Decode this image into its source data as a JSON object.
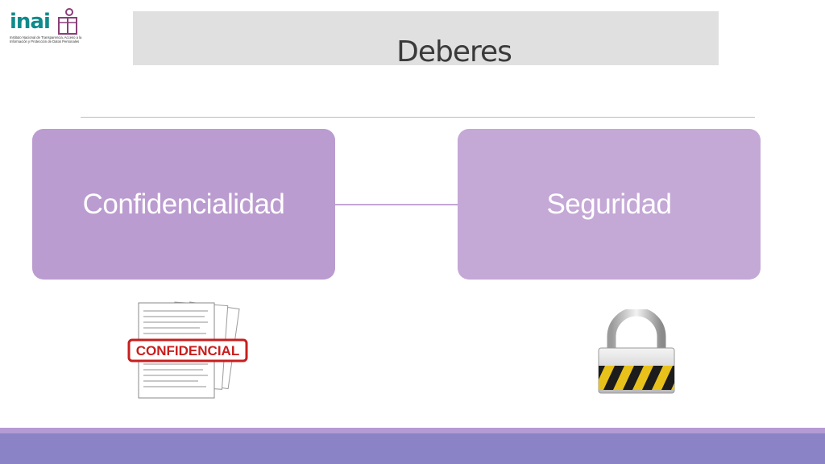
{
  "logo": {
    "word": "inai",
    "subtitle": "Instituto Nacional de Transparencia, Acceso a la Información y Protección de Datos Personales"
  },
  "title": "Deberes",
  "boxes": {
    "left_label": "Confidencialidad",
    "right_label": "Seguridad"
  },
  "images": {
    "stamp_text": "CONFIDENCIAL"
  },
  "colors": {
    "title_bar": "#e0e0e0",
    "box_left": "#bb9cd0",
    "box_right": "#c4a8d6",
    "connector": "#c4a6d6",
    "band_top": "#b49bd4",
    "band_bottom": "#8a84c6",
    "logo": "#0f8a8a"
  }
}
